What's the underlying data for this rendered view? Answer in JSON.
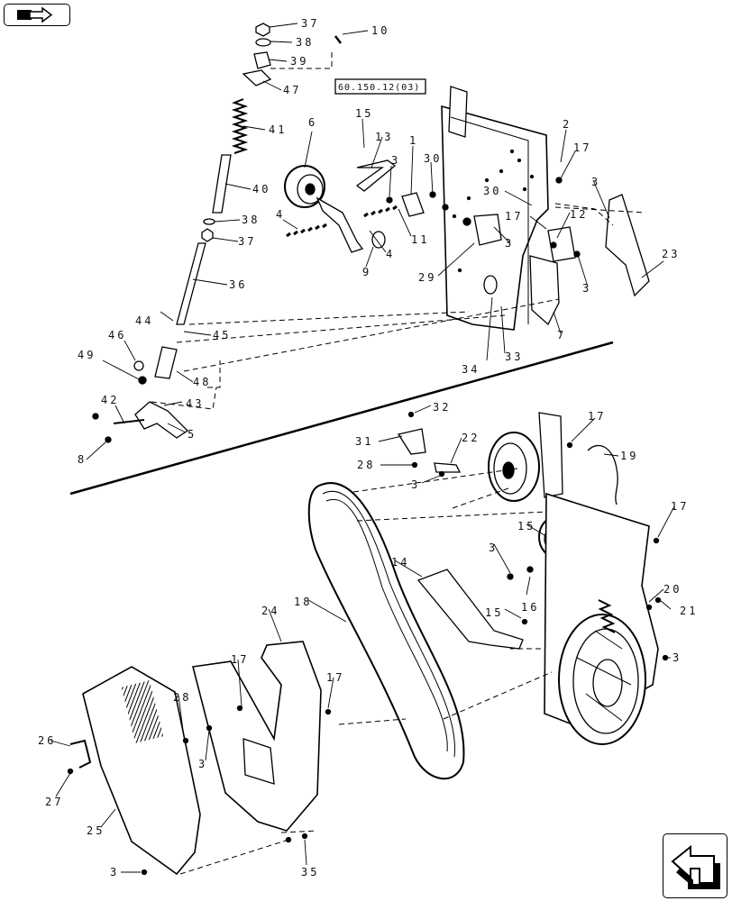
{
  "navigation": {
    "top_icon": "book-arrow-icon",
    "bottom_icon": "return-arrow-icon"
  },
  "diagram": {
    "reference_box": "60.150.12(03)",
    "callouts": [
      {
        "id": "c37a",
        "text": "37"
      },
      {
        "id": "c38a",
        "text": "38"
      },
      {
        "id": "c39",
        "text": "39"
      },
      {
        "id": "c47",
        "text": "47"
      },
      {
        "id": "c10",
        "text": "10"
      },
      {
        "id": "c41",
        "text": "41"
      },
      {
        "id": "c40",
        "text": "40"
      },
      {
        "id": "c38b",
        "text": "38"
      },
      {
        "id": "c37b",
        "text": "37"
      },
      {
        "id": "c36",
        "text": "36"
      },
      {
        "id": "c44",
        "text": "44"
      },
      {
        "id": "c45",
        "text": "45"
      },
      {
        "id": "c46",
        "text": "46"
      },
      {
        "id": "c49",
        "text": "49"
      },
      {
        "id": "c48",
        "text": "48"
      },
      {
        "id": "c42",
        "text": "42"
      },
      {
        "id": "c43",
        "text": "43"
      },
      {
        "id": "c5",
        "text": "5"
      },
      {
        "id": "c8",
        "text": "8"
      },
      {
        "id": "c6",
        "text": "6"
      },
      {
        "id": "c15a",
        "text": "15"
      },
      {
        "id": "c13",
        "text": "13"
      },
      {
        "id": "c1",
        "text": "1"
      },
      {
        "id": "c3a",
        "text": "3"
      },
      {
        "id": "c4a",
        "text": "4"
      },
      {
        "id": "c11",
        "text": "11"
      },
      {
        "id": "c4b",
        "text": "4"
      },
      {
        "id": "c9",
        "text": "9"
      },
      {
        "id": "c30a",
        "text": "30"
      },
      {
        "id": "c2",
        "text": "2"
      },
      {
        "id": "c17a",
        "text": "17"
      },
      {
        "id": "c30b",
        "text": "30"
      },
      {
        "id": "c3b",
        "text": "3"
      },
      {
        "id": "c17b",
        "text": "17"
      },
      {
        "id": "c12",
        "text": "12"
      },
      {
        "id": "c3c",
        "text": "3"
      },
      {
        "id": "c29",
        "text": "29"
      },
      {
        "id": "c3d",
        "text": "3"
      },
      {
        "id": "c23",
        "text": "23"
      },
      {
        "id": "c7",
        "text": "7"
      },
      {
        "id": "c34",
        "text": "34"
      },
      {
        "id": "c33",
        "text": "33"
      },
      {
        "id": "c32",
        "text": "32"
      },
      {
        "id": "c31",
        "text": "31"
      },
      {
        "id": "c22",
        "text": "22"
      },
      {
        "id": "c28a",
        "text": "28"
      },
      {
        "id": "c3e",
        "text": "3"
      },
      {
        "id": "c17c",
        "text": "17"
      },
      {
        "id": "c19",
        "text": "19"
      },
      {
        "id": "c17d",
        "text": "17"
      },
      {
        "id": "c15b",
        "text": "15"
      },
      {
        "id": "c3f",
        "text": "3"
      },
      {
        "id": "c14",
        "text": "14"
      },
      {
        "id": "c16",
        "text": "16"
      },
      {
        "id": "c15c",
        "text": "15"
      },
      {
        "id": "c20",
        "text": "20"
      },
      {
        "id": "c21",
        "text": "21"
      },
      {
        "id": "c3g",
        "text": "3"
      },
      {
        "id": "c18",
        "text": "18"
      },
      {
        "id": "c24",
        "text": "24"
      },
      {
        "id": "c17e",
        "text": "17"
      },
      {
        "id": "c17f",
        "text": "17"
      },
      {
        "id": "c28b",
        "text": "28"
      },
      {
        "id": "c3h",
        "text": "3"
      },
      {
        "id": "c26",
        "text": "26"
      },
      {
        "id": "c27",
        "text": "27"
      },
      {
        "id": "c25",
        "text": "25"
      },
      {
        "id": "c35",
        "text": "35"
      },
      {
        "id": "c3i",
        "text": "3"
      }
    ]
  }
}
